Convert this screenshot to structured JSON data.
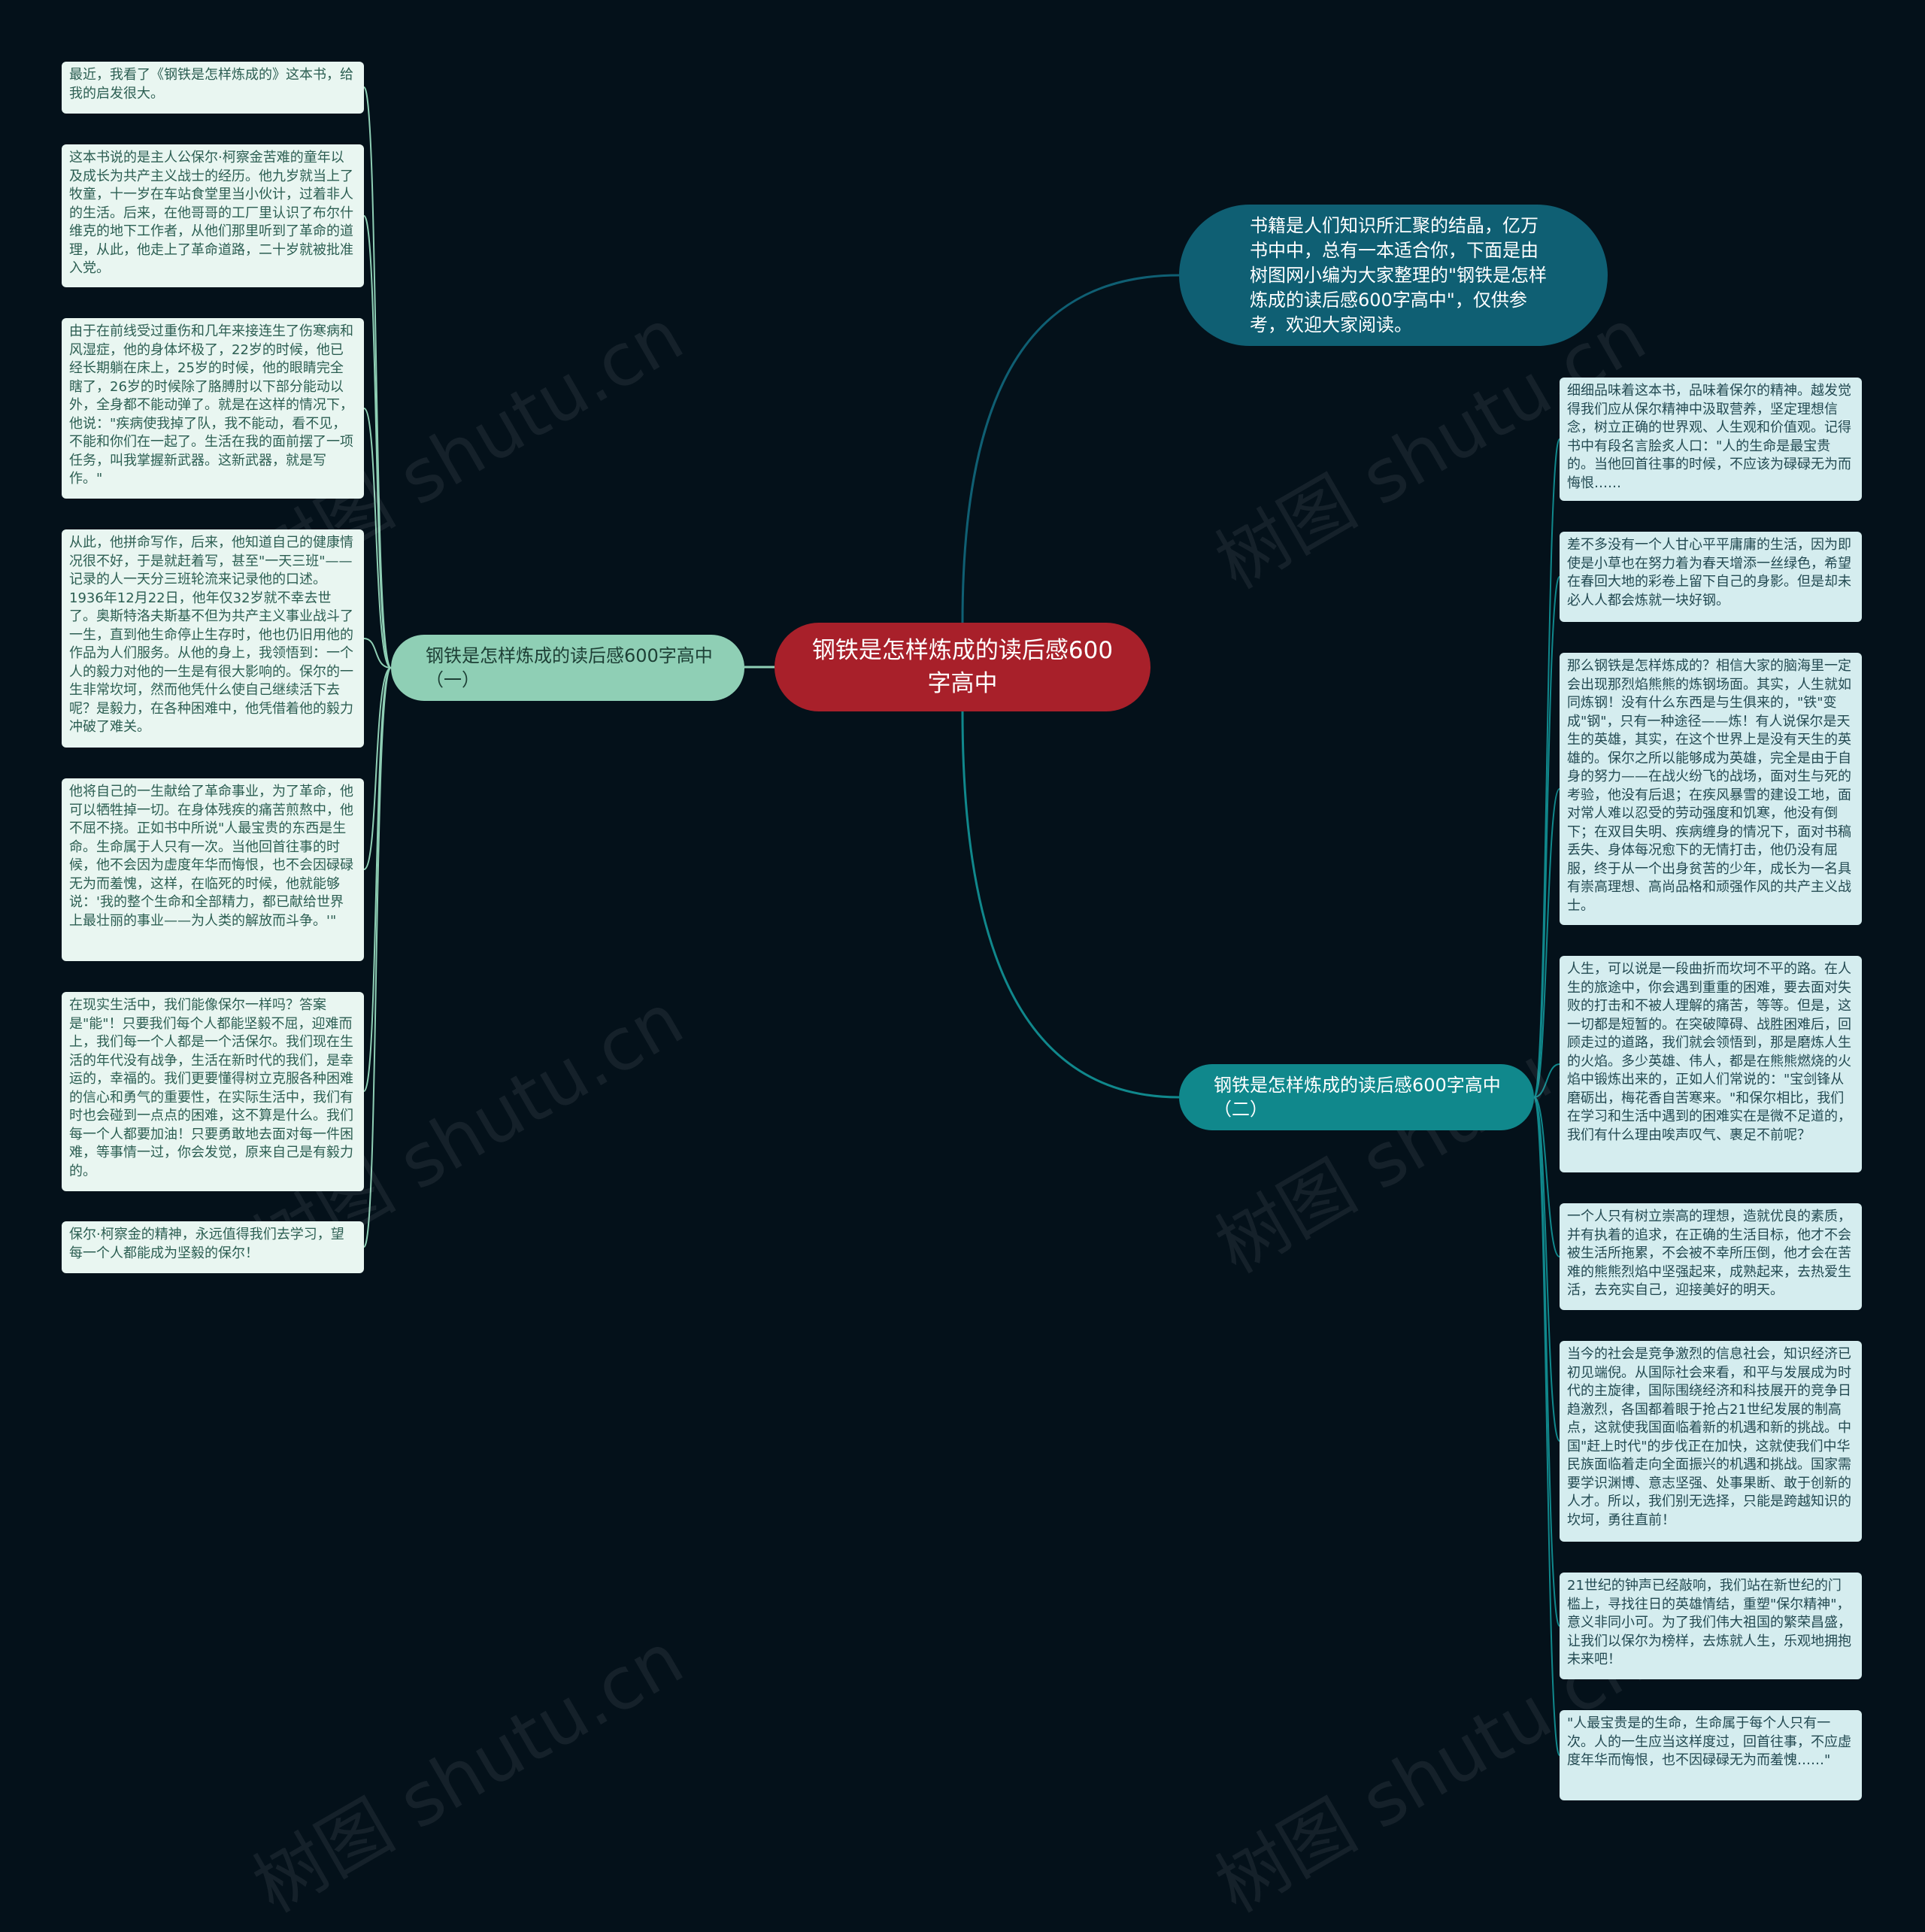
{
  "root": {
    "title": "钢铁是怎样炼成的读后感600字高中"
  },
  "intro": {
    "text": "书籍是人们知识所汇聚的结晶，亿万书中中，总有一本适合你，下面是由树图网小编为大家整理的\"钢铁是怎样炼成的读后感600字高中\"，仅供参考，欢迎大家阅读。"
  },
  "branches": [
    {
      "label": "钢铁是怎样炼成的读后感600字高中（一）",
      "leaves": [
        "最近，我看了《钢铁是怎样炼成的》这本书，给我的启发很大。",
        "这本书说的是主人公保尔·柯察金苦难的童年以及成长为共产主义战士的经历。他九岁就当上了牧童，十一岁在车站食堂里当小伙计，过着非人的生活。后来，在他哥哥的工厂里认识了布尔什维克的地下工作者，从他们那里听到了革命的道理，从此，他走上了革命道路，二十岁就被批准入党。",
        "由于在前线受过重伤和几年来接连生了伤寒病和风湿症，他的身体坏极了，22岁的时候，他已经长期躺在床上，25岁的时候，他的眼睛完全瞎了，26岁的时候除了胳膊肘以下部分能动以外，全身都不能动弹了。就是在这样的情况下，他说：\"疾病使我掉了队，我不能动，看不见，不能和你们在一起了。生活在我的面前摆了一项任务，叫我掌握新武器。这新武器，就是写作。\"",
        "从此，他拼命写作，后来，他知道自己的健康情况很不好，于是就赶着写，甚至\"一天三班\"——记录的人一天分三班轮流来记录他的口述。1936年12月22日，他年仅32岁就不幸去世了。奥斯特洛夫斯基不但为共产主义事业战斗了一生，直到他生命停止生存时，他也仍旧用他的作品为人们服务。从他的身上，我领悟到：一个人的毅力对他的一生是有很大影响的。保尔的一生非常坎坷，然而他凭什么使自己继续活下去呢？是毅力，在各种困难中，他凭借着他的毅力冲破了难关。",
        "他将自己的一生献给了革命事业，为了革命，他可以牺牲掉一切。在身体残疾的痛苦煎熬中，他不屈不挠。正如书中所说\"人最宝贵的东西是生命。生命属于人只有一次。当他回首往事的时候，他不会因为虚度年华而悔恨，也不会因碌碌无为而羞愧，这样，在临死的时候，他就能够说：'我的整个生命和全部精力，都已献给世界上最壮丽的事业——为人类的解放而斗争。'\"",
        "在现实生活中，我们能像保尔一样吗？答案是\"能\"！只要我们每个人都能坚毅不屈，迎难而上，我们每一个人都是一个活保尔。我们现在生活的年代没有战争，生活在新时代的我们，是幸运的，幸福的。我们更要懂得树立克服各种困难的信心和勇气的重要性，在实际生活中，我们有时也会碰到一点点的困难，这不算是什么。我们每一个人都要加油！只要勇敢地去面对每一件困难，等事情一过，你会发觉，原来自己是有毅力的。",
        "保尔·柯察金的精神，永远值得我们去学习，望每一个人都能成为坚毅的保尔！"
      ]
    },
    {
      "label": "钢铁是怎样炼成的读后感600字高中（二）",
      "leaves": [
        "细细品味着这本书，品味着保尔的精神。越发觉得我们应从保尔精神中汲取营养，坚定理想信念，树立正确的世界观、人生观和价值观。记得书中有段名言脍炙人口：\"人的生命是最宝贵的。当他回首往事的时候，不应该为碌碌无为而悔恨……",
        "差不多没有一个人甘心平平庸庸的生活，因为即使是小草也在努力着为春天增添一丝绿色，希望在春回大地的彩卷上留下自己的身影。但是却未必人人都会炼就一块好钢。",
        "那么钢铁是怎样炼成的？相信大家的脑海里一定会出现那烈焰熊熊的炼钢场面。其实，人生就如同炼钢！没有什么东西是与生俱来的，\"铁\"变成\"钢\"，只有一种途径——炼！有人说保尔是天生的英雄，其实，在这个世界上是没有天生的英雄的。保尔之所以能够成为英雄，完全是由于自身的努力——在战火纷飞的战场，面对生与死的考验，他没有后退；在疾风暴雪的建设工地，面对常人难以忍受的劳动强度和饥寒，他没有倒下；在双目失明、疾病缠身的情况下，面对书稿丢失、身体每况愈下的无情打击，他仍没有屈服，终于从一个出身贫苦的少年，成长为一名具有崇高理想、高尚品格和顽强作风的共产主义战士。",
        "人生，可以说是一段曲折而坎坷不平的路。在人生的旅途中，你会遇到重重的困难，要去面对失败的打击和不被人理解的痛苦，等等。但是，这一切都是短暂的。在突破障碍、战胜困难后，回顾走过的道路，我们就会领悟到，那是磨炼人生的火焰。多少英雄、伟人，都是在熊熊燃烧的火焰中锻炼出来的，正如人们常说的：\"宝剑锋从磨砺出，梅花香自苦寒来。\"和保尔相比，我们在学习和生活中遇到的困难实在是微不足道的，我们有什么理由唉声叹气、裹足不前呢？",
        "一个人只有树立崇高的理想，造就优良的素质，并有执着的追求，在正确的生活目标，他才不会被生活所拖累，不会被不幸所压倒，他才会在苦难的熊熊烈焰中坚强起来，成熟起来，去热爱生活，去充实自己，迎接美好的明天。",
        "当今的社会是竞争激烈的信息社会，知识经济已初见端倪。从国际社会来看，和平与发展成为时代的主旋律，国际围绕经济和科技展开的竞争日趋激烈，各国都着眼于抢占21世纪发展的制高点，这就使我国面临着新的机遇和新的挑战。中国\"赶上时代\"的步伐正在加快，这就使我们中华民族面临着走向全面振兴的机遇和挑战。国家需要学识渊博、意志坚强、处事果断、敢于创新的人才。所以，我们别无选择，只能是跨越知识的坎坷，勇往直前！",
        "21世纪的钟声已经敲响，我们站在新世纪的门槛上，寻找往日的英雄情结，重塑\"保尔精神\"，意义非同小可。为了我们伟大祖国的繁荣昌盛，让我们以保尔为榜样，去炼就人生，乐观地拥抱未来吧！",
        "\"人最宝贵是的生命，生命属于每个人只有一次。人的一生应当这样度过，回首往事，不应虚度年华而悔恨，也不因碌碌无为而羞愧……\""
      ]
    }
  ],
  "watermark": "树图 shutu.cn",
  "colors": {
    "background": "#04111a",
    "root": "#a8202a",
    "intro": "#0f5f73",
    "branch1": "#8fcfb5",
    "branch2": "#10888c",
    "leaf_left": "#e9f6f1",
    "leaf_right": "#d5edef",
    "link_left": "#8fcfb5",
    "link_right": "#10888c",
    "link_intro": "#0f5f73"
  }
}
